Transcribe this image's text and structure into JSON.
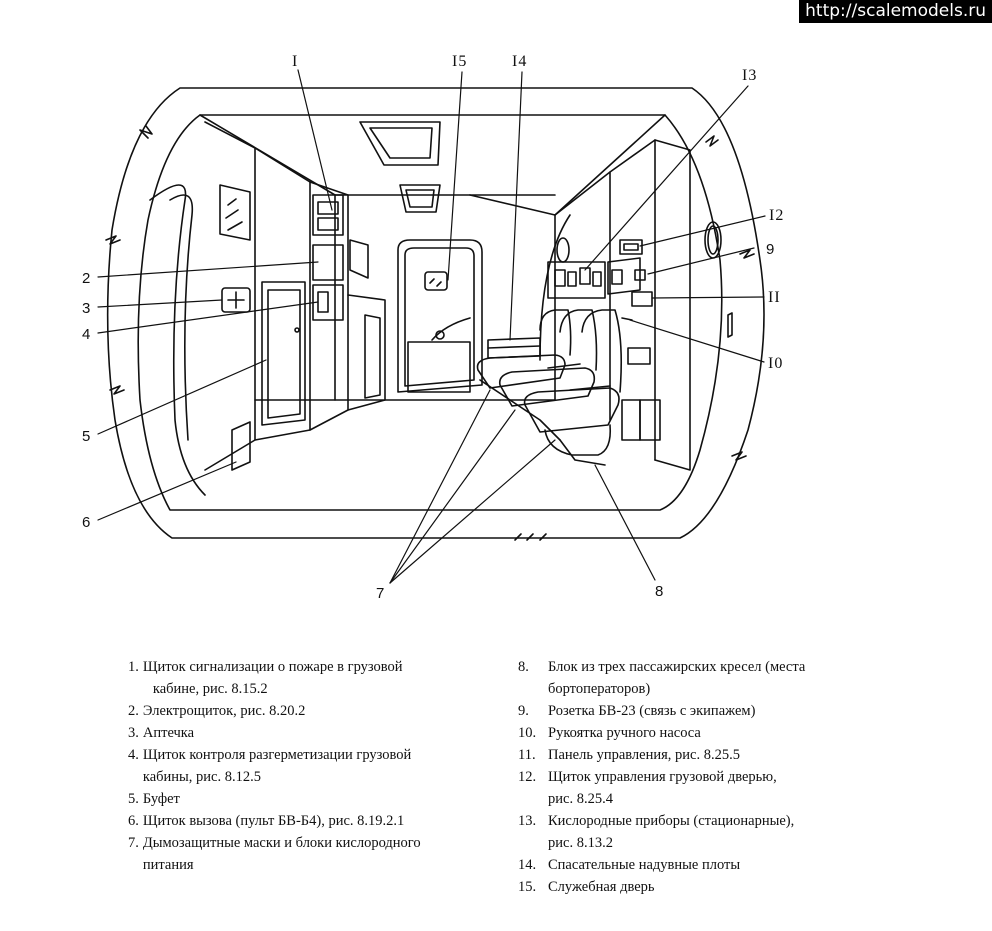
{
  "watermark": "http://scalemodels.ru",
  "callouts": {
    "c1": "I",
    "c15": "I5",
    "c14": "I4",
    "c13": "I3",
    "c12": "I2",
    "c9": "9",
    "c11": "II",
    "c10": "I0",
    "c2": "2",
    "c3": "3",
    "c4": "4",
    "c5": "5",
    "c6": "6",
    "c7": "7",
    "c8": "8"
  },
  "legend_left": [
    {
      "num": "1.",
      "lines": [
        "Щиток сигнализации о пожаре в грузовой",
        "кабине, рис. 8.15.2"
      ]
    },
    {
      "num": "2.",
      "lines": [
        "Электрощиток, рис. 8.20.2"
      ]
    },
    {
      "num": "3.",
      "lines": [
        "Аптечка"
      ]
    },
    {
      "num": "4.",
      "lines": [
        "Щиток контроля разгерметизации грузовой",
        "кабины, рис. 8.12.5"
      ]
    },
    {
      "num": "5.",
      "lines": [
        "Буфет"
      ]
    },
    {
      "num": "6.",
      "lines": [
        "Щиток вызова (пульт БВ-Б4), рис. 8.19.2.1"
      ]
    },
    {
      "num": "7.",
      "lines": [
        "Дымозащитные маски и блоки кислородного",
        "питания"
      ]
    }
  ],
  "legend_right": [
    {
      "num": "8.",
      "lines": [
        "Блок из трех пассажирских кресел (места",
        "бортоператоров)"
      ]
    },
    {
      "num": "9.",
      "lines": [
        "Розетка БВ-23 (связь с экипажем)"
      ]
    },
    {
      "num": "10.",
      "lines": [
        "Рукоятка ручного насоса"
      ]
    },
    {
      "num": "11.",
      "lines": [
        "Панель управления, рис. 8.25.5"
      ]
    },
    {
      "num": "12.",
      "lines": [
        "Щиток управления грузовой дверью,",
        "рис. 8.25.4"
      ]
    },
    {
      "num": "13.",
      "lines": [
        "Кислородные приборы (стационарные),",
        "рис. 8.13.2"
      ]
    },
    {
      "num": "14.",
      "lines": [
        "Спасательные надувные плоты"
      ]
    },
    {
      "num": "15.",
      "lines": [
        "Служебная дверь"
      ]
    }
  ]
}
